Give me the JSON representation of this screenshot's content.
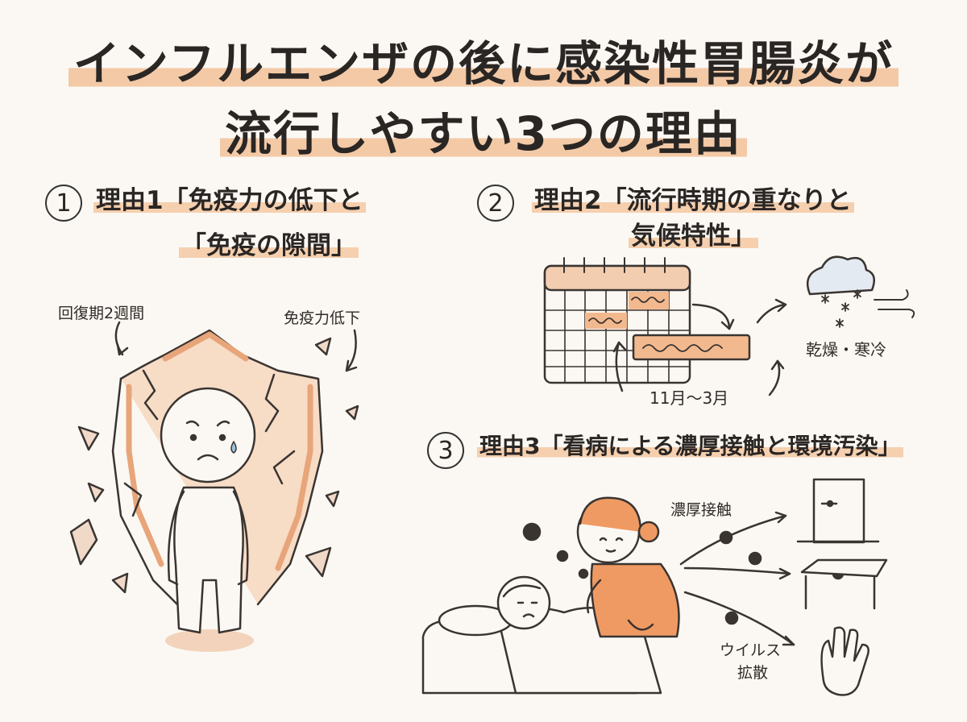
{
  "title": {
    "line1": "インフルエンザの後に感染性胃腸炎が",
    "line2": "流行しやすい3つの理由"
  },
  "sections": [
    {
      "number": "1",
      "heading_line1": "理由1「免疫力の低下と",
      "heading_line2": "「免疫の隙間」",
      "labels": {
        "recovery": "回復期2週間",
        "immunity_drop": "免疫力低下"
      }
    },
    {
      "number": "2",
      "heading_line1": "理由2「流行時期の重なりと",
      "heading_line2": "気候特性」",
      "labels": {
        "period": "11月～3月",
        "climate": "乾燥・寒冷"
      }
    },
    {
      "number": "3",
      "heading_line1": "理由3「看病による濃厚接触と環境汚染」",
      "labels": {
        "close_contact": "濃厚接触",
        "virus_line1": "ウイルス",
        "virus_line2": "拡散"
      }
    }
  ],
  "colors": {
    "accent": "#f3c9a6",
    "accent_dark": "#e8a57a",
    "ink": "#2a2624",
    "background": "#fbf8f3",
    "shirt": "#f09a63"
  }
}
